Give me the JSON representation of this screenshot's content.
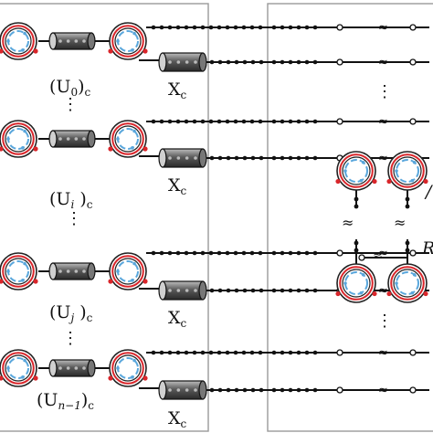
{
  "colors": {
    "ring_outer": "#222222",
    "ring_red": "#d9262b",
    "ring_blue": "#5aa7dc",
    "panel_border": "#9a9a9a",
    "node": "#111111",
    "cylinder_dark": "#3a3a3a",
    "cylinder_light": "#bdbdbd"
  },
  "labels": {
    "u0": [
      "(U",
      "0",
      ")",
      "c"
    ],
    "ui": [
      "(U",
      "i",
      " )",
      "c"
    ],
    "uj": [
      "(U",
      "j",
      " )",
      "c"
    ],
    "un": [
      "(U",
      "n−1",
      ")",
      "c"
    ],
    "xc": [
      "X",
      "c"
    ]
  },
  "symbols": {
    "vdots": "⋮",
    "approx": "≈",
    "approx_wave": "≈"
  }
}
